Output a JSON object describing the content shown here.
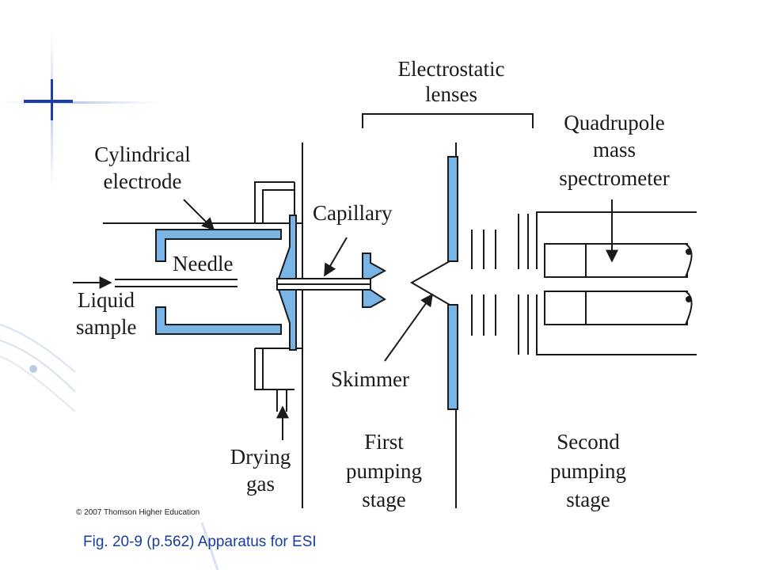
{
  "labels": {
    "electrostatic": "Electrostatic",
    "lenses": "lenses",
    "quadrupole": "Quadrupole",
    "mass": "mass",
    "spectrometer": "spectrometer",
    "cylindrical": "Cylindrical",
    "electrode": "electrode",
    "capillary": "Capillary",
    "needle": "Needle",
    "liquid": "Liquid",
    "sample": "sample",
    "skimmer": "Skimmer",
    "drying": "Drying",
    "gas": "gas",
    "first": "First",
    "first_pumping": "pumping",
    "first_stage": "stage",
    "second": "Second",
    "second_pumping": "pumping",
    "second_stage": "stage"
  },
  "copyright": "© 2007 Thomson Higher Education",
  "caption": "Fig. 20-9 (p.562)  Apparatus for ESI",
  "colors": {
    "accent_blue": "#79b4e6",
    "caption_blue": "#1a3d9c",
    "line": "#1a1a1a"
  }
}
